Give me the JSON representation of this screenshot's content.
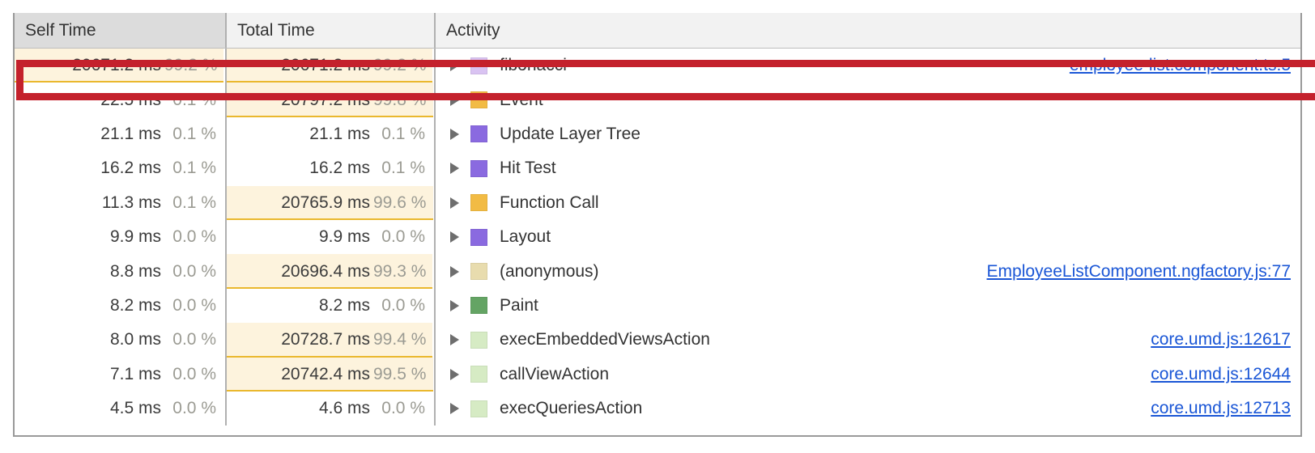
{
  "table": {
    "columns": [
      {
        "key": "self",
        "label": "Self Time",
        "sorted": true
      },
      {
        "key": "total",
        "label": "Total Time",
        "sorted": false
      },
      {
        "key": "activity",
        "label": "Activity",
        "sorted": false
      }
    ],
    "rows": [
      {
        "self_ms": "20671.2 ms",
        "self_pct": "99.2 %",
        "self_bar": 99.2,
        "total_ms": "20671.2 ms",
        "total_pct": "99.2 %",
        "total_bar": 99.2,
        "activity": "fibonacci",
        "swatch": "#d9c3f2",
        "swatch_name": "scripting-light",
        "source": "employee-list.component.ts:5",
        "expand": "expand-triangle-icon",
        "highlighted": true
      },
      {
        "self_ms": "22.5 ms",
        "self_pct": "0.1 %",
        "self_bar": 0.1,
        "total_ms": "20797.2 ms",
        "total_pct": "99.8 %",
        "total_bar": 99.8,
        "activity": "Event",
        "swatch": "#f2bb44",
        "swatch_name": "scripting-yellow",
        "source": "",
        "expand": "expand-triangle-icon",
        "highlighted": false
      },
      {
        "self_ms": "21.1 ms",
        "self_pct": "0.1 %",
        "self_bar": 0.1,
        "total_ms": "21.1 ms",
        "total_pct": "0.1 %",
        "total_bar": 0.1,
        "activity": "Update Layer Tree",
        "swatch": "#8a6ae0",
        "swatch_name": "rendering-purple",
        "source": "",
        "expand": "expand-triangle-icon",
        "highlighted": false
      },
      {
        "self_ms": "16.2 ms",
        "self_pct": "0.1 %",
        "self_bar": 0.1,
        "total_ms": "16.2 ms",
        "total_pct": "0.1 %",
        "total_bar": 0.1,
        "activity": "Hit Test",
        "swatch": "#8a6ae0",
        "swatch_name": "rendering-purple",
        "source": "",
        "expand": "expand-triangle-icon",
        "highlighted": false
      },
      {
        "self_ms": "11.3 ms",
        "self_pct": "0.1 %",
        "self_bar": 0.1,
        "total_ms": "20765.9 ms",
        "total_pct": "99.6 %",
        "total_bar": 99.6,
        "activity": "Function Call",
        "swatch": "#f2bb44",
        "swatch_name": "scripting-yellow",
        "source": "",
        "expand": "expand-triangle-icon",
        "highlighted": false
      },
      {
        "self_ms": "9.9 ms",
        "self_pct": "0.0 %",
        "self_bar": 0.05,
        "total_ms": "9.9 ms",
        "total_pct": "0.0 %",
        "total_bar": 0.05,
        "activity": "Layout",
        "swatch": "#8a6ae0",
        "swatch_name": "rendering-purple",
        "source": "",
        "expand": "expand-triangle-icon",
        "highlighted": false
      },
      {
        "self_ms": "8.8 ms",
        "self_pct": "0.0 %",
        "self_bar": 0.04,
        "total_ms": "20696.4 ms",
        "total_pct": "99.3 %",
        "total_bar": 99.3,
        "activity": "(anonymous)",
        "swatch": "#e8dcae",
        "swatch_name": "scripting-tan",
        "source": "EmployeeListComponent.ngfactory.js:77",
        "expand": "expand-triangle-icon",
        "highlighted": false
      },
      {
        "self_ms": "8.2 ms",
        "self_pct": "0.0 %",
        "self_bar": 0.04,
        "total_ms": "8.2 ms",
        "total_pct": "0.0 %",
        "total_bar": 0.04,
        "activity": "Paint",
        "swatch": "#64a464",
        "swatch_name": "painting-green",
        "source": "",
        "expand": "expand-triangle-icon",
        "highlighted": false
      },
      {
        "self_ms": "8.0 ms",
        "self_pct": "0.0 %",
        "self_bar": 0.04,
        "total_ms": "20728.7 ms",
        "total_pct": "99.4 %",
        "total_bar": 99.4,
        "activity": "execEmbeddedViewsAction",
        "swatch": "#d6ebc4",
        "swatch_name": "painting-light-green",
        "source": "core.umd.js:12617",
        "expand": "expand-triangle-icon",
        "highlighted": false
      },
      {
        "self_ms": "7.1 ms",
        "self_pct": "0.0 %",
        "self_bar": 0.03,
        "total_ms": "20742.4 ms",
        "total_pct": "99.5 %",
        "total_bar": 99.5,
        "activity": "callViewAction",
        "swatch": "#d6ebc4",
        "swatch_name": "painting-light-green",
        "source": "core.umd.js:12644",
        "expand": "expand-triangle-icon",
        "highlighted": false
      },
      {
        "self_ms": "4.5 ms",
        "self_pct": "0.0 %",
        "self_bar": 0.02,
        "total_ms": "4.6 ms",
        "total_pct": "0.0 %",
        "total_bar": 0.02,
        "activity": "execQueriesAction",
        "swatch": "#d6ebc4",
        "swatch_name": "painting-light-green",
        "source": "core.umd.js:12713",
        "expand": "expand-triangle-icon",
        "highlighted": false
      }
    ]
  },
  "annotation": {
    "type": "red-highlight-rectangle",
    "color": "#c4212c",
    "target_row": 0
  },
  "colors": {
    "bar_fill": "#fdf3dd",
    "bar_underline": "#eab82e",
    "link": "#1a56d6",
    "header_sorted_bg": "#dcdcdc",
    "header_bg": "#f2f2f2",
    "grid": "#b0b0b0"
  }
}
